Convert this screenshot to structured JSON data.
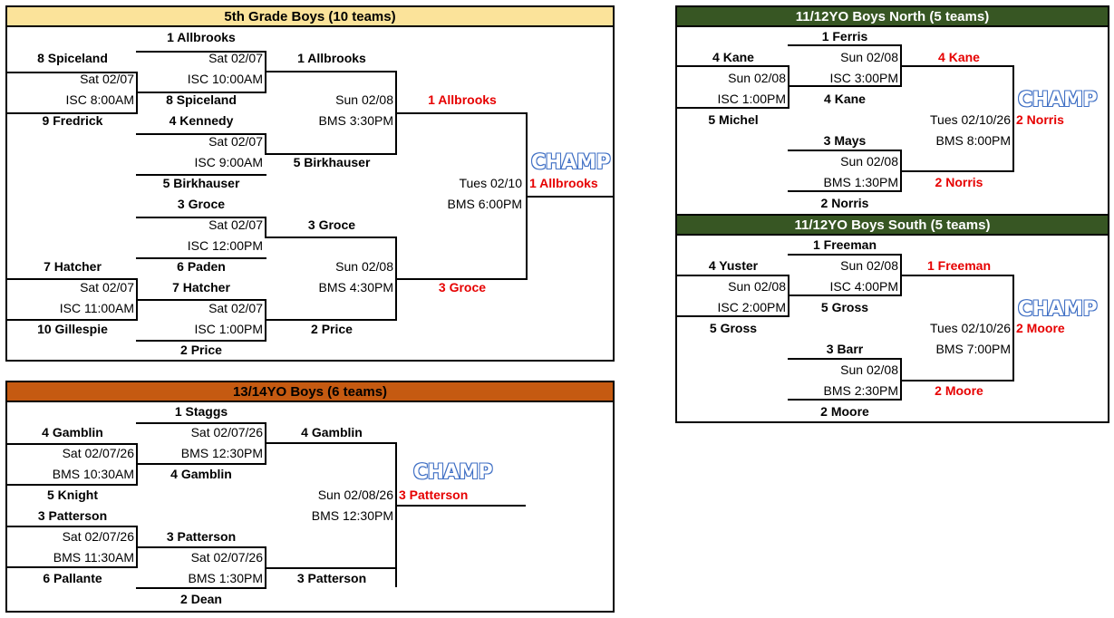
{
  "colors": {
    "yellow_header": "#fbe39a",
    "green_header": "#375623",
    "orange_header": "#c55a11",
    "champ_blue": "#3f6fc4",
    "winner_red": "#e60000"
  },
  "champ_icon": "champ-logo",
  "p5": {
    "title": "5th Grade Boys (10 teams)",
    "r1": [
      "1 Allbrooks",
      "8 Spiceland",
      "Sat 02/07",
      "ISC 10:00AM",
      "1 Allbrooks",
      "Sat 02/07",
      "ISC 8:00AM",
      "8 Spiceland",
      "Sun 02/08",
      "1 Allbrooks",
      "9 Fredrick",
      "4 Kennedy",
      "BMS 3:30PM",
      "Sat 02/07",
      "ISC 9:00AM",
      "5 Birkhauser",
      "5 Birkhauser",
      "Tues 02/10",
      "1 Allbrooks",
      "3 Groce",
      "BMS 6:00PM",
      "Sat 02/07",
      "3 Groce",
      "ISC 12:00PM",
      "7 Hatcher",
      "6 Paden",
      "Sun 02/08",
      "Sat 02/07",
      "7 Hatcher",
      "BMS 4:30PM",
      "3 Groce",
      "ISC 11:00AM",
      "Sat 02/07",
      "10 Gillespie",
      "ISC 1:00PM",
      "2 Price",
      "2 Price"
    ]
  },
  "p13": {
    "title": "13/14YO Boys (6 teams)",
    "r1": [
      "1 Staggs",
      "4 Gamblin",
      "Sat 02/07/26",
      "4 Gamblin",
      "Sat 02/07/26",
      "BMS 12:30PM",
      "BMS 10:30AM",
      "4 Gamblin",
      "5 Knight",
      "Sun 02/08/26",
      "3 Patterson",
      "3 Patterson",
      "BMS 12:30PM",
      "Sat 02/07/26",
      "3 Patterson",
      "BMS 11:30AM",
      "Sat 02/07/26",
      "6 Pallante",
      "BMS 1:30PM",
      "3 Patterson",
      "2 Dean"
    ]
  },
  "pn": {
    "title": "11/12YO Boys North (5 teams)",
    "r1": [
      "1 Ferris",
      "4 Kane",
      "Sun 02/08",
      "4 Kane",
      "Sun 02/08",
      "ISC 3:00PM",
      "ISC 1:00PM",
      "4 Kane",
      "5 Michel",
      "Tues 02/10/26",
      "2 Norris",
      "3 Mays",
      "BMS 8:00PM",
      "Sun 02/08",
      "BMS 1:30PM",
      "2 Norris",
      "2 Norris"
    ]
  },
  "ps": {
    "title": "11/12YO Boys South (5 teams)",
    "r1": [
      "1 Freeman",
      "4 Yuster",
      "Sun 02/08",
      "1 Freeman",
      "Sun 02/08",
      "ISC 4:00PM",
      "ISC 2:00PM",
      "5 Gross",
      "5 Gross",
      "Tues 02/10/26",
      "2 Moore",
      "3 Barr",
      "BMS 7:00PM",
      "Sun 02/08",
      "BMS 2:30PM",
      "2 Moore",
      "2 Moore"
    ]
  }
}
